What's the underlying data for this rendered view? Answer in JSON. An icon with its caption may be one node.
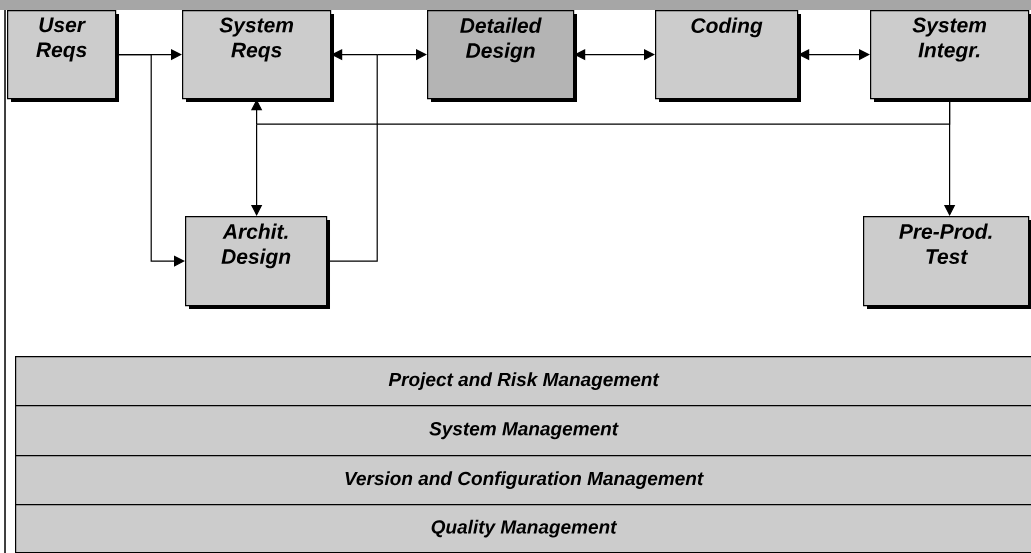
{
  "diagram": {
    "nodes": [
      {
        "text": [
          "User Reqs"
        ]
      },
      {
        "text": [
          "System Reqs"
        ]
      },
      {
        "text": [
          "Detailed Design"
        ]
      },
      {
        "text": [
          "Coding"
        ]
      },
      {
        "text": [
          "System Integr."
        ]
      },
      {
        "text": [
          "Archit. Design"
        ]
      },
      {
        "text": [
          "Pre-Prod. Test"
        ]
      },
      {
        "text": [
          "Project and Risk Management"
        ]
      },
      {
        "text": [
          "System Management"
        ]
      },
      {
        "text": [
          "Version and Configuration Management"
        ]
      },
      {
        "text": [
          "Quality Management"
        ]
      }
    ],
    "edges": [
      {
        "from": 0,
        "to": 1,
        "arrow": "to"
      },
      {
        "from": 0,
        "to": 5,
        "arrow": "to"
      },
      {
        "from": 1,
        "to": 2,
        "arrow": "both"
      },
      {
        "from": 5,
        "to": 2,
        "arrow": "to"
      },
      {
        "from": 2,
        "to": 3,
        "arrow": "both"
      },
      {
        "from": 3,
        "to": 4,
        "arrow": "both"
      },
      {
        "from": 1,
        "to": 5,
        "arrow": "both"
      },
      {
        "from": 4,
        "to": 1,
        "arrow": "to"
      },
      {
        "from": 4,
        "to": 6,
        "arrow": "to"
      }
    ]
  }
}
